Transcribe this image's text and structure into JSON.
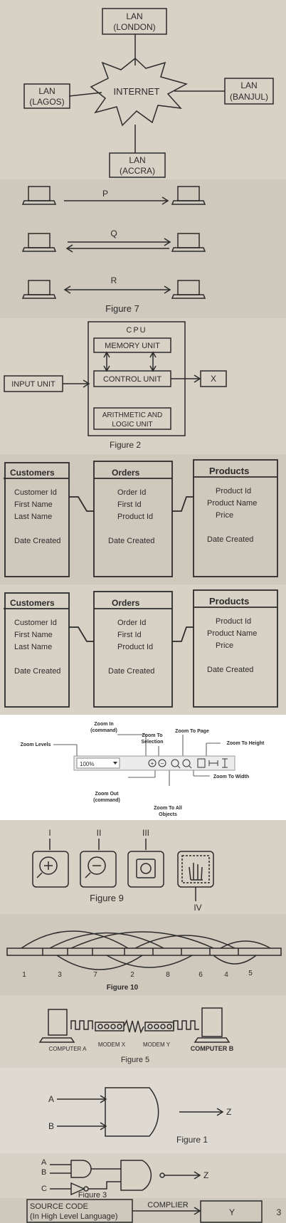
{
  "network": {
    "center": "INTERNET",
    "nodes": [
      {
        "line1": "LAN",
        "line2": "(LONDON)"
      },
      {
        "line1": "LAN",
        "line2": "(LAGOS)"
      },
      {
        "line1": "LAN",
        "line2": "(BANJUL)"
      },
      {
        "line1": "LAN",
        "line2": "(ACCRA)"
      }
    ]
  },
  "figure7": {
    "caption": "Figure 7",
    "links": [
      "P",
      "Q",
      "R"
    ]
  },
  "cpu": {
    "caption": "Figure 2",
    "cpu_label": "CPU",
    "memory": "MEMORY UNIT",
    "control": "CONTROL UNIT",
    "alu_line1": "ARITHMETIC AND",
    "alu_line2": "LOGIC UNIT",
    "input": "INPUT UNIT",
    "output": "X"
  },
  "tables_a": {
    "tables": [
      {
        "title": "Customers",
        "fields": [
          "Customer Id",
          "First Name",
          "Last Name",
          "",
          "Date Created"
        ]
      },
      {
        "title": "Orders",
        "fields": [
          "Order Id",
          "First Id",
          "Product Id",
          "",
          "Date Created"
        ]
      },
      {
        "title": "Products",
        "fields": [
          "Product Id",
          "Product Name",
          "Price",
          "",
          "Date Created"
        ]
      }
    ]
  },
  "tables_b": {
    "tables": [
      {
        "title": "Customers",
        "fields": [
          "Customer Id",
          "First Name",
          "Last Name",
          "",
          "Date Created"
        ]
      },
      {
        "title": "Orders",
        "fields": [
          "Order Id",
          "First Id",
          "Product Id",
          "",
          "Date Created"
        ]
      },
      {
        "title": "Products",
        "fields": [
          "Product Id",
          "Product Name",
          "Price",
          "",
          "Date Created"
        ]
      }
    ]
  },
  "zoom": {
    "zoom_in_line1": "Zoom In",
    "zoom_in_line2": "(command)",
    "zoom_to_selection_line1": "Zoom To",
    "zoom_to_selection_line2": "Selection",
    "zoom_to_page": "Zoom To Page",
    "zoom_to_height": "Zoom To Height",
    "zoom_levels": "Zoom Levels",
    "zoom_value": "100%",
    "zoom_out_line1": "Zoom Out",
    "zoom_out_line2": "(command)",
    "zoom_to_all_line1": "Zoom To All",
    "zoom_to_all_line2": "Objects",
    "zoom_to_width": "Zoom To Width"
  },
  "figure9": {
    "caption": "Figure 9",
    "labels": [
      "I",
      "II",
      "III",
      "IV"
    ]
  },
  "figure10": {
    "caption": "Figure 10",
    "numbers": [
      "1",
      "3",
      "7",
      "2",
      "8",
      "6",
      "4",
      "5"
    ]
  },
  "figure5": {
    "caption": "Figure 5",
    "computer_a": "COMPUTER A",
    "modem_x": "MODEM X",
    "modem_y": "MODEM Y",
    "computer_b": "COMPUTER B"
  },
  "figure1": {
    "caption": "Figure 1",
    "input_a": "A",
    "input_b": "B",
    "output": "Z"
  },
  "figure3": {
    "caption": "Figure 3",
    "input_a": "A",
    "input_b": "B",
    "input_c": "C",
    "output": "Z"
  },
  "compiler": {
    "source_line1": "SOURCE CODE",
    "source_line2": "(In High Level Language)",
    "compiler": "COMPLIER",
    "output": "Y",
    "page_number": "3"
  },
  "colors": {
    "paper": "#d8d2c6",
    "ink": "#2b2b2b"
  }
}
